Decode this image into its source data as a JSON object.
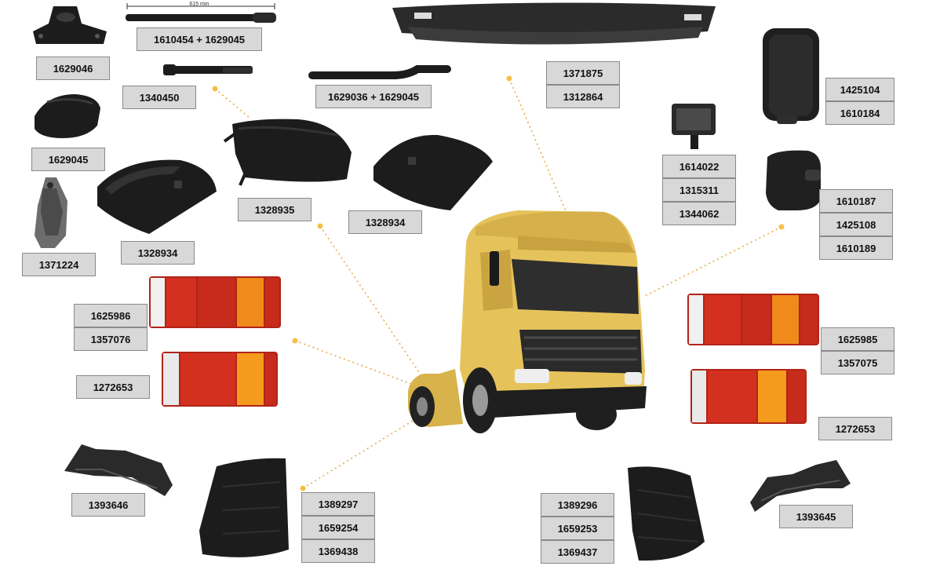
{
  "colors": {
    "label_bg": "#d8d8d8",
    "label_border": "#8a8a8a",
    "leader_line": "#e9a63b",
    "part_black": "#1c1c1c",
    "truck_cab": "#e6c35a",
    "lamp_red": "#d4301f",
    "lamp_amber": "#f08a1a"
  },
  "dimension_label": "615 mm",
  "labels": [
    "1629046",
    "1610454 + 1629045",
    "1340450",
    "1629036 + 1629045",
    "1371875",
    "1312864",
    "1425104",
    "1610184",
    "1629045",
    "1614022",
    "1315311",
    "1344062",
    "1328935",
    "1328934",
    "1371224",
    "1328934",
    "1610187",
    "1425108",
    "1610189",
    "1625986",
    "1357076",
    "1625985",
    "1357075",
    "1272653",
    "1272653",
    "1393646",
    "1393645",
    "1389297",
    "1659254",
    "1369438",
    "1389296",
    "1659253",
    "1369437"
  ],
  "icons": {
    "main": "truck-tractor-unit-icon",
    "parts": [
      "bracket-icon",
      "rod-icon",
      "clip-icon",
      "bent-rod-icon",
      "sun-visor-icon",
      "mirror-icon",
      "mud-wing-icon",
      "tail-lamp-icon",
      "mudflap-icon",
      "mudflap-bracket-icon"
    ]
  }
}
